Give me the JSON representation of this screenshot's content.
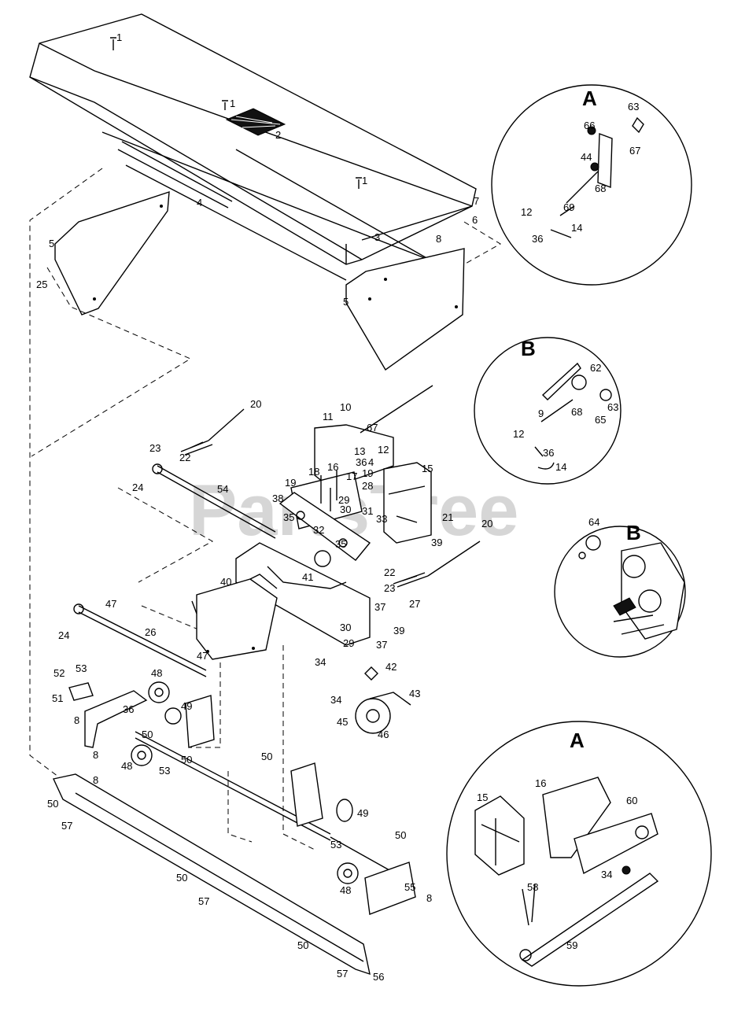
{
  "watermark": "PartsTree",
  "details": {
    "a_top": "A",
    "b_mid": "B",
    "b_right": "B",
    "a_bottom": "A"
  },
  "callouts": [
    "1",
    "1",
    "1",
    "2",
    "3",
    "4",
    "5",
    "5",
    "6",
    "7",
    "8",
    "25",
    "63",
    "66",
    "67",
    "44",
    "68",
    "12",
    "69",
    "36",
    "14",
    "62",
    "9",
    "68",
    "65",
    "63",
    "12",
    "36",
    "14",
    "64",
    "20",
    "10",
    "11",
    "67",
    "13",
    "12",
    "4",
    "36",
    "16",
    "17",
    "19",
    "15",
    "18",
    "19",
    "28",
    "29",
    "38",
    "35",
    "30",
    "31",
    "33",
    "21",
    "32",
    "35",
    "39",
    "20",
    "22",
    "23",
    "23",
    "22",
    "24",
    "54",
    "40",
    "41",
    "37",
    "27",
    "47",
    "24",
    "26",
    "30",
    "29",
    "39",
    "37",
    "34",
    "42",
    "34",
    "43",
    "45",
    "46",
    "47",
    "52",
    "53",
    "48",
    "51",
    "8",
    "49",
    "36",
    "50",
    "8",
    "48",
    "53",
    "50",
    "8",
    "50",
    "49",
    "50",
    "50",
    "57",
    "53",
    "48",
    "55",
    "8",
    "50",
    "57",
    "50",
    "57",
    "56",
    "15",
    "16",
    "60",
    "34",
    "58",
    "59"
  ]
}
